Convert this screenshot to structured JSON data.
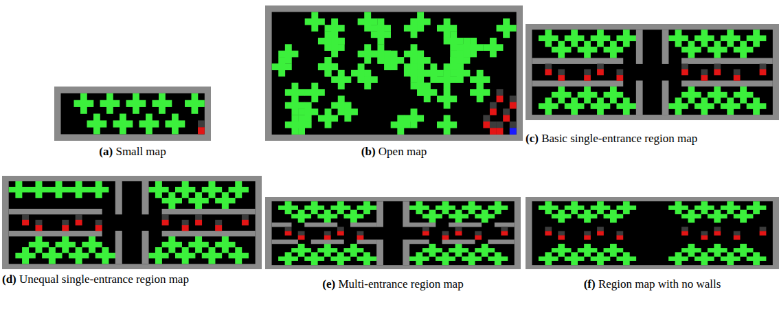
{
  "diagram": {
    "labels": [
      "(a)",
      "Small map",
      "(b)",
      "Open map",
      "(c)",
      "Basic single-entrance region map",
      "(d)",
      "Unequal single-entrance region map",
      "(e)",
      "Multi-entrance region map",
      "(f)",
      "Region map with no walls"
    ]
  }
}
